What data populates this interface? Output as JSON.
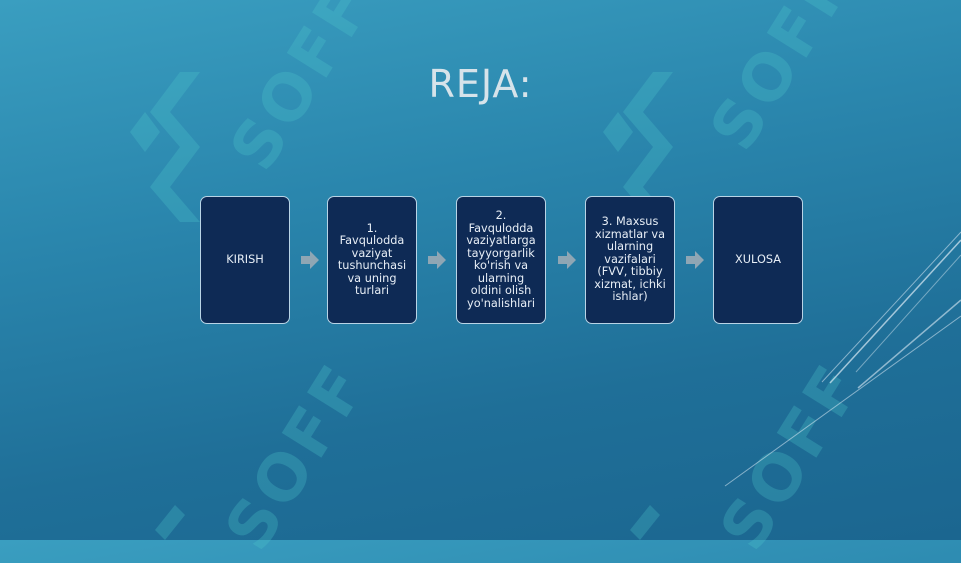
{
  "slide": {
    "title": "REJA:",
    "watermark": "SOFF",
    "steps": [
      "KIRISH",
      "1. Favqulodda vaziyat tushunchasi va uning turlari",
      "2. Favqulodda vaziyatlarga tayyorgarlik ko'rish va ularning oldini olish yo'nalishlari",
      "3. Maxsus xizmatlar va ularning vazifalari (FVV, tibbiy xizmat, ichki ishlar)",
      "XULOSA"
    ]
  },
  "colors": {
    "box_fill": "#0e2a55",
    "box_border": "#b9d4e6",
    "arrow": "#8fa6b4",
    "title": "#d6e3ea"
  }
}
